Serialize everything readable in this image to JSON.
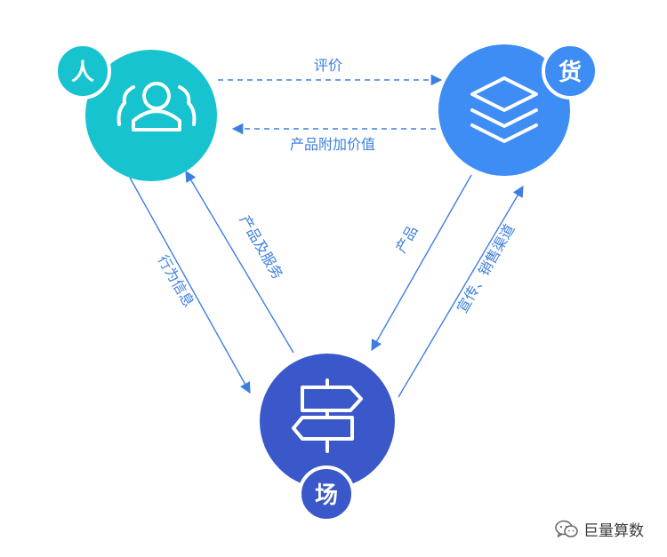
{
  "nodes": {
    "ren": {
      "label": "人",
      "color": "#16c3cf",
      "icon": "people-icon"
    },
    "huo": {
      "label": "货",
      "color": "#3d8df5",
      "icon": "layers-icon"
    },
    "chang": {
      "label": "场",
      "color": "#3a58c9",
      "icon": "signpost-icon"
    }
  },
  "edges": {
    "top_forward": "评价",
    "top_back": "产品附加价值",
    "left_outer": "行为信息",
    "left_inner": "产品及服务",
    "right_inner": "产品",
    "right_outer": "宣传、销售渠道"
  },
  "colors": {
    "arrow": "#3d7fe0",
    "label": "#3d7fe0"
  },
  "watermark": {
    "text": "巨量算数",
    "icon": "wechat-icon"
  }
}
